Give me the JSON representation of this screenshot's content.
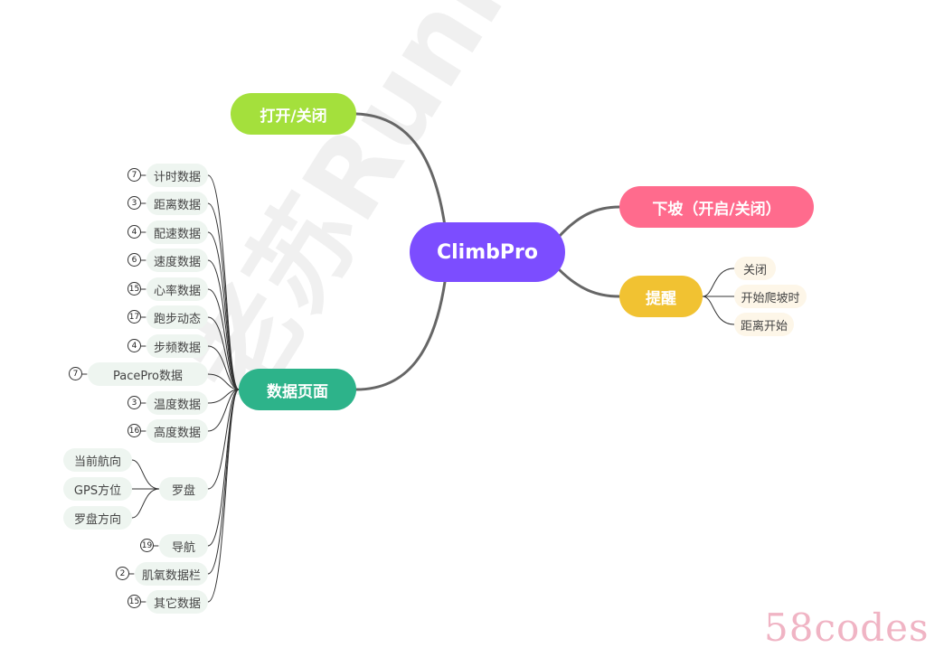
{
  "watermark": "老苏Runner",
  "footer_brand": "58codes",
  "colors": {
    "root": "#7c4dff",
    "open_close": "#a4e03c",
    "downhill": "#ff6b8d",
    "alert": "#f1c232",
    "data_pages": "#2db38a",
    "line": "#666666"
  },
  "root": {
    "label": "ClimbPro"
  },
  "branches": {
    "open_close": {
      "label": "打开/关闭"
    },
    "downhill": {
      "label": "下坡（开启/关闭）"
    },
    "alert": {
      "label": "提醒",
      "items": [
        {
          "label": "关闭"
        },
        {
          "label": "开始爬坡时"
        },
        {
          "label": "距离开始"
        }
      ]
    },
    "data_pages": {
      "label": "数据页面",
      "items": [
        {
          "label": "计时数据",
          "count": "7"
        },
        {
          "label": "距离数据",
          "count": "3"
        },
        {
          "label": "配速数据",
          "count": "4"
        },
        {
          "label": "速度数据",
          "count": "6"
        },
        {
          "label": "心率数据",
          "count": "15"
        },
        {
          "label": "跑步动态",
          "count": "17"
        },
        {
          "label": "步频数据",
          "count": "4"
        },
        {
          "label": "PacePro数据",
          "count": "7"
        },
        {
          "label": "温度数据",
          "count": "3"
        },
        {
          "label": "高度数据",
          "count": "16"
        },
        {
          "label": "罗盘",
          "count": "",
          "children": [
            {
              "label": "当前航向"
            },
            {
              "label": "GPS方位"
            },
            {
              "label": "罗盘方向"
            }
          ]
        },
        {
          "label": "导航",
          "count": "19"
        },
        {
          "label": "肌氧数据栏",
          "count": "2"
        },
        {
          "label": "其它数据",
          "count": "15"
        }
      ]
    }
  }
}
